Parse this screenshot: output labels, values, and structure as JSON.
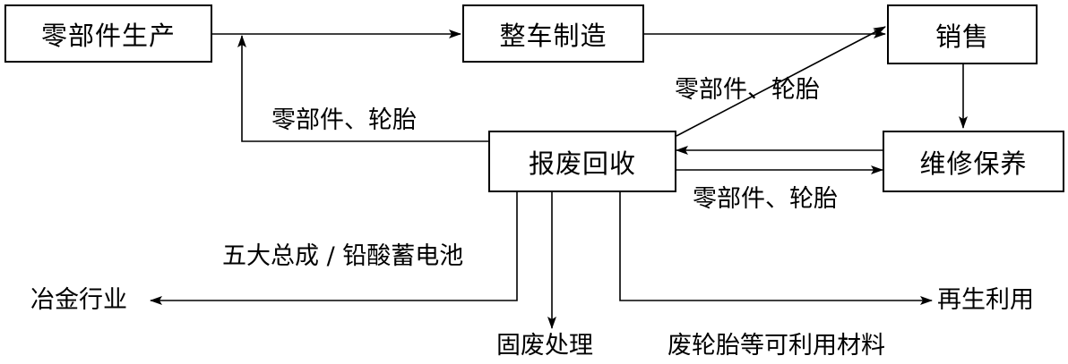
{
  "nodes": {
    "parts_production": "零部件生产",
    "vehicle_manufacturing": "整车制造",
    "sales": "销售",
    "scrap_recycling": "报废回收",
    "maintenance": "维修保养"
  },
  "edge_labels": {
    "scrap_to_parts": "零部件、轮胎",
    "scrap_to_sales": "零部件、轮胎",
    "scrap_to_maintenance": "零部件、轮胎",
    "to_metallurgy_source": "五大总成 / 铅酸蓄电池"
  },
  "outputs": {
    "metallurgy": "冶金行业",
    "solid_waste": "固废处理",
    "reuse": "再生利用",
    "reuse_materials": "废轮胎等可利用材料"
  },
  "colors": {
    "stroke": "#000000",
    "background": "#ffffff"
  }
}
